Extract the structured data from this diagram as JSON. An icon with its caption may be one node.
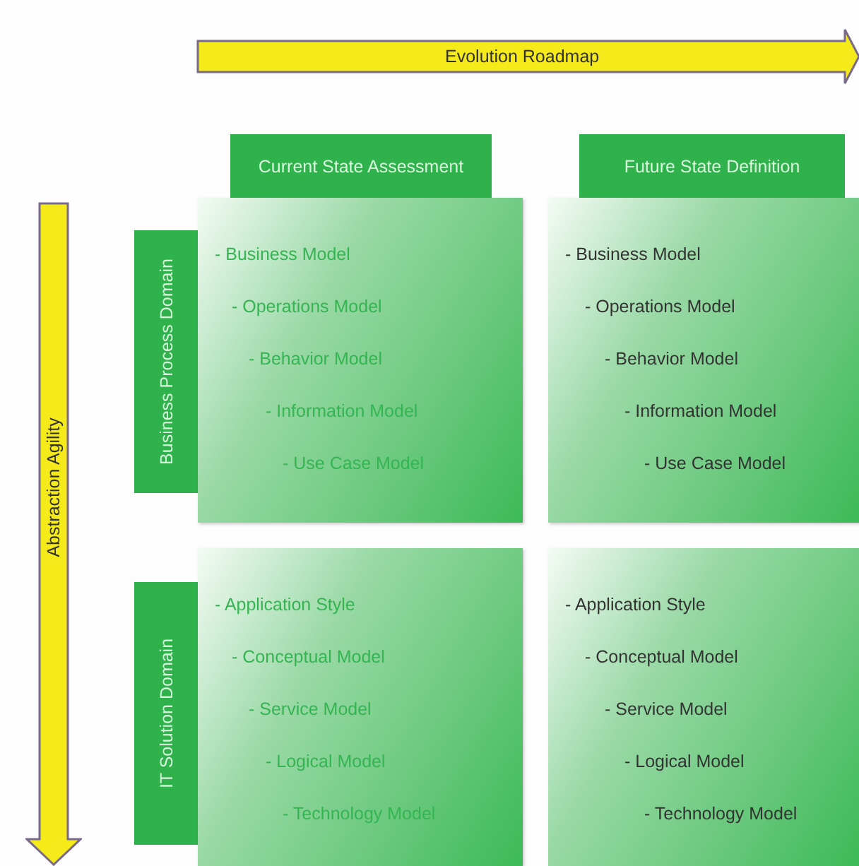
{
  "diagram": {
    "nodes": [
      {
        "text": [
          "Current State Assessment"
        ]
      },
      {
        "text": [
          "Future State Definition"
        ]
      },
      {
        "text": [
          "Business Process Domain"
        ]
      },
      {
        "text": [
          "- Business Model",
          "- Operations Model",
          "- Behavior Model",
          "- Information Model",
          "- Use Case Model"
        ]
      },
      {
        "text": [
          "- Business Model",
          "- Operations Model",
          "- Behavior Model",
          "- Information Model",
          "- Use Case Model"
        ]
      },
      {
        "text": [
          "IT Solution Domain"
        ]
      },
      {
        "text": [
          "- Application Style",
          "- Conceptual Model",
          "- Service Model",
          "- Logical Model",
          "- Technology Model"
        ]
      },
      {
        "text": [
          "- Application Style",
          "- Conceptual Model",
          "- Service Model",
          "- Logical Model",
          "- Technology Model"
        ]
      }
    ],
    "edges": [],
    "labels": [
      "Evolution Roadmap",
      "Abstraction Agility"
    ]
  }
}
